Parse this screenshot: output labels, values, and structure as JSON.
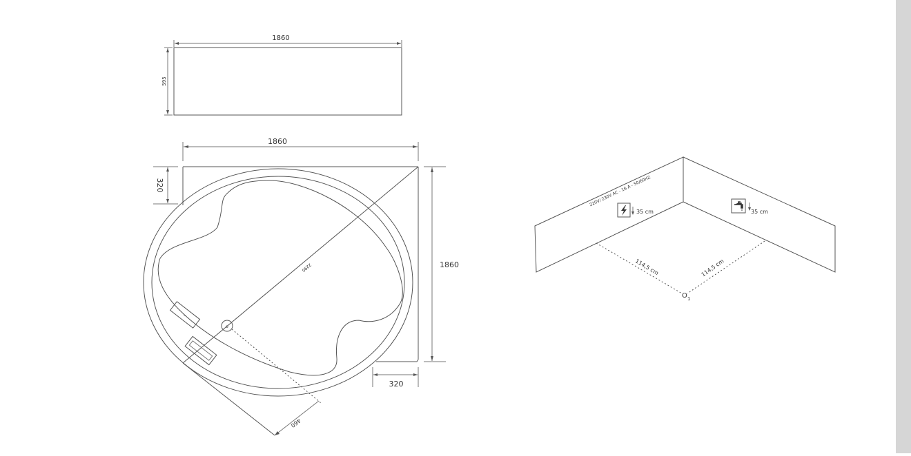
{
  "front_view": {
    "width_label": "1860",
    "height_label": "595"
  },
  "plan_view": {
    "top_width_label": "1860",
    "right_height_label": "1860",
    "top_offset_label": "320",
    "bottom_offset_label": "320",
    "diagonal_label": "2290",
    "drain_offset_label": "460",
    "drain_symbol": "o"
  },
  "install_view": {
    "power_spec": "220V/ 230V AC - 16 A - 50/60HZ",
    "power_height": "35 cm",
    "water_height": "35 cm",
    "left_distance": "114,5 cm",
    "right_distance": "114,5 cm",
    "corner_marker": "O",
    "corner_number": "1"
  },
  "icons": {
    "power_icon": "lightning-bolt",
    "water_icon": "water-tap"
  }
}
